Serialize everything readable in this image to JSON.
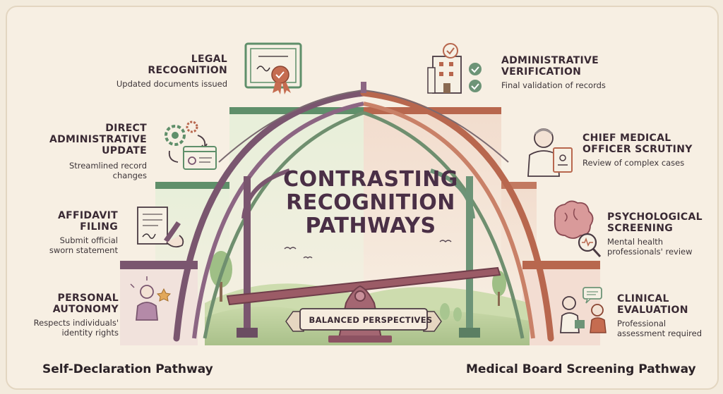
{
  "title": {
    "line1": "CONTRASTING",
    "line2": "RECOGNITION",
    "line3": "PATHWAYS"
  },
  "banner": "BALANCED PERSPECTIVES",
  "left_pathway": {
    "label": "Self-Declaration Pathway",
    "steps": [
      {
        "title": "LEGAL",
        "title2": "RECOGNITION",
        "title3": "",
        "desc": "Updated documents issued",
        "desc2": "",
        "icon": "certificate-icon"
      },
      {
        "title": "DIRECT",
        "title2": "ADMINISTRATIVE",
        "title3": "UPDATE",
        "desc": "Streamlined record",
        "desc2": "changes",
        "icon": "gears-icon"
      },
      {
        "title": "AFFIDAVIT",
        "title2": "FILING",
        "title3": "",
        "desc": "Submit official",
        "desc2": "sworn statement",
        "icon": "document-pen-icon"
      },
      {
        "title": "PERSONAL",
        "title2": "AUTONOMY",
        "title3": "",
        "desc": "Respects individuals'",
        "desc2": "identity rights",
        "icon": "person-star-icon"
      }
    ]
  },
  "right_pathway": {
    "label": "Medical Board Screening Pathway",
    "steps": [
      {
        "title": "ADMINISTRATIVE",
        "title2": "VERIFICATION",
        "desc": "Final validation of records",
        "desc2": "",
        "icon": "building-check-icon"
      },
      {
        "title": "CHIEF MEDICAL",
        "title2": "OFFICER SCRUTINY",
        "desc": "Review of complex cases",
        "desc2": "",
        "icon": "doctor-clipboard-icon"
      },
      {
        "title": "PSYCHOLOGICAL",
        "title2": "SCREENING",
        "desc": "Mental health",
        "desc2": "professionals' review",
        "icon": "brain-magnifier-icon"
      },
      {
        "title": "CLINICAL",
        "title2": "EVALUATION",
        "desc": "Professional",
        "desc2": "assessment required",
        "icon": "doctor-patient-icon"
      }
    ]
  },
  "colors": {
    "left_accent": "#6e4a6a",
    "left_green": "#5f8f6a",
    "right_accent": "#b8674e",
    "right_green": "#6d9477",
    "background": "#f7efe3"
  }
}
